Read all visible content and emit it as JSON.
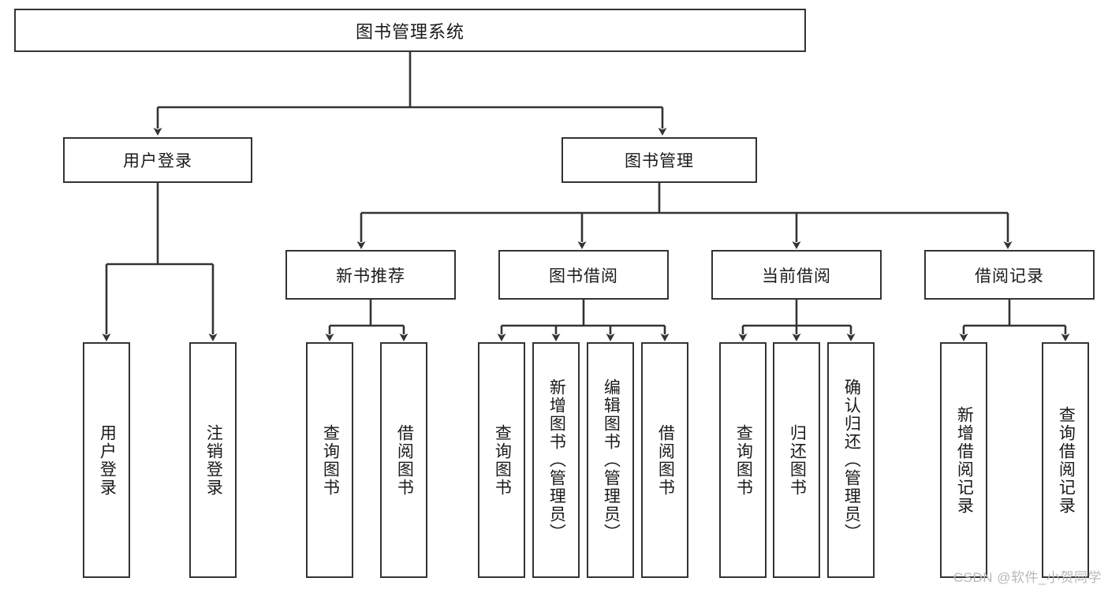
{
  "diagram": {
    "type": "tree",
    "title": "图书管理系统",
    "root": {
      "label": "图书管理系统"
    },
    "level1": [
      {
        "label": "用户登录"
      },
      {
        "label": "图书管理"
      }
    ],
    "level2": [
      {
        "label": "新书推荐"
      },
      {
        "label": "图书借阅"
      },
      {
        "label": "当前借阅"
      },
      {
        "label": "借阅记录"
      }
    ],
    "leaves": {
      "user_login": [
        {
          "label": "用户登录"
        },
        {
          "label": "注销登录"
        }
      ],
      "new_book": [
        {
          "label": "查询图书"
        },
        {
          "label": "借阅图书"
        }
      ],
      "book_borrow": [
        {
          "label": "查询图书"
        },
        {
          "label": "新增图书（管理员）"
        },
        {
          "label": "编辑图书（管理员）"
        },
        {
          "label": "借阅图书"
        }
      ],
      "current_borrow": [
        {
          "label": "查询图书"
        },
        {
          "label": "归还图书"
        },
        {
          "label": "确认归还（管理员）"
        }
      ],
      "borrow_record": [
        {
          "label": "新增借阅记录"
        },
        {
          "label": "查询借阅记录"
        }
      ]
    }
  },
  "watermark": {
    "text": "CSDN @软件_小贺同学"
  },
  "colors": {
    "stroke": "#333333",
    "fill": "#ffffff",
    "text": "#1a1a1a",
    "watermark": "#b9b9b9"
  }
}
